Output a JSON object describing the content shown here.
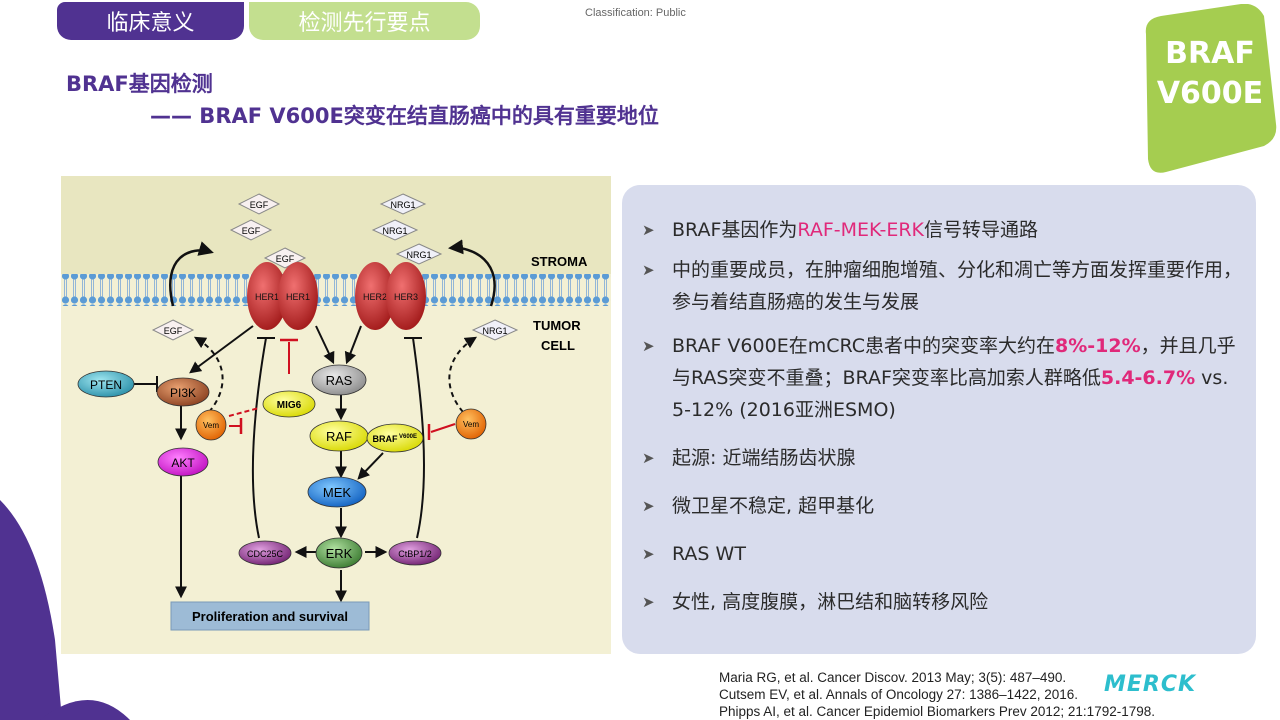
{
  "tabs": [
    {
      "label": "临床意义"
    },
    {
      "label": "检测先行要点"
    }
  ],
  "classification": "Classification: Public",
  "badge": {
    "line1": "BRAF",
    "line2": "V600E"
  },
  "title": {
    "main": "BRAF基因检测",
    "sub": "—— BRAF V600E突变在结直肠癌中的具有重要地位"
  },
  "diagram": {
    "egf": [
      "EGF",
      "EGF",
      "EGF",
      "EGF"
    ],
    "nrg1": [
      "NRG1",
      "NRG1",
      "NRG1",
      "NRG1"
    ],
    "stroma": "STROMA",
    "tumor_cell": [
      "TUMOR",
      "CELL"
    ],
    "receptors": [
      "HER1",
      "HER1",
      "HER2",
      "HER3"
    ],
    "nodes": {
      "pten": "PTEN",
      "pi3k": "PI3K",
      "akt": "AKT",
      "vem": "Vem",
      "mig6": "MIG6",
      "ras": "RAS",
      "raf": "RAF",
      "braf": "BRAF",
      "braf_sup": "V600E",
      "mek": "MEK",
      "erk": "ERK",
      "cdc25c": "CDC25C",
      "ctbp": "CtBP1/2"
    },
    "proliferation": "Proliferation and survival"
  },
  "bullets": [
    {
      "pre": "BRAF基因作为",
      "hl": "RAF-MEK-ERK",
      "post": "信号转导通路"
    },
    {
      "text": "中的重要成员，在肿瘤细胞增殖、分化和凋亡等方面发挥重要作用，参与着结直肠癌的发生与发展"
    },
    {
      "pre": "BRAF V600E在mCRC患者中的突变率大约在",
      "hl": "8%-12%",
      "mid": "，并且几乎与RAS突变不重叠；BRAF突变率比高加索人群略低",
      "hl2": "5.4-6.7%",
      "post": " vs. 5-12% (2016亚洲ESMO)"
    },
    {
      "text": "起源: 近端结肠齿状腺"
    },
    {
      "text": "微卫星不稳定, 超甲基化"
    },
    {
      "text": "RAS WT"
    },
    {
      "text": "女性, 高度腹膜，淋巴结和脑转移风险"
    }
  ],
  "references": [
    "Maria RG, et al. Cancer Discov. 2013 May; 3(5): 487–490.",
    "Cutsem EV, et al. Annals of Oncology 27: 1386–1422, 2016.",
    "Phipps AI, et al. Cancer Epidemiol Biomarkers Prev 2012; 21:1792-1798."
  ],
  "logo": "MERCK",
  "colors": {
    "purple": "#503291",
    "green": "#a5cd50",
    "pink": "#e0297a",
    "panel": "#d8dced"
  }
}
